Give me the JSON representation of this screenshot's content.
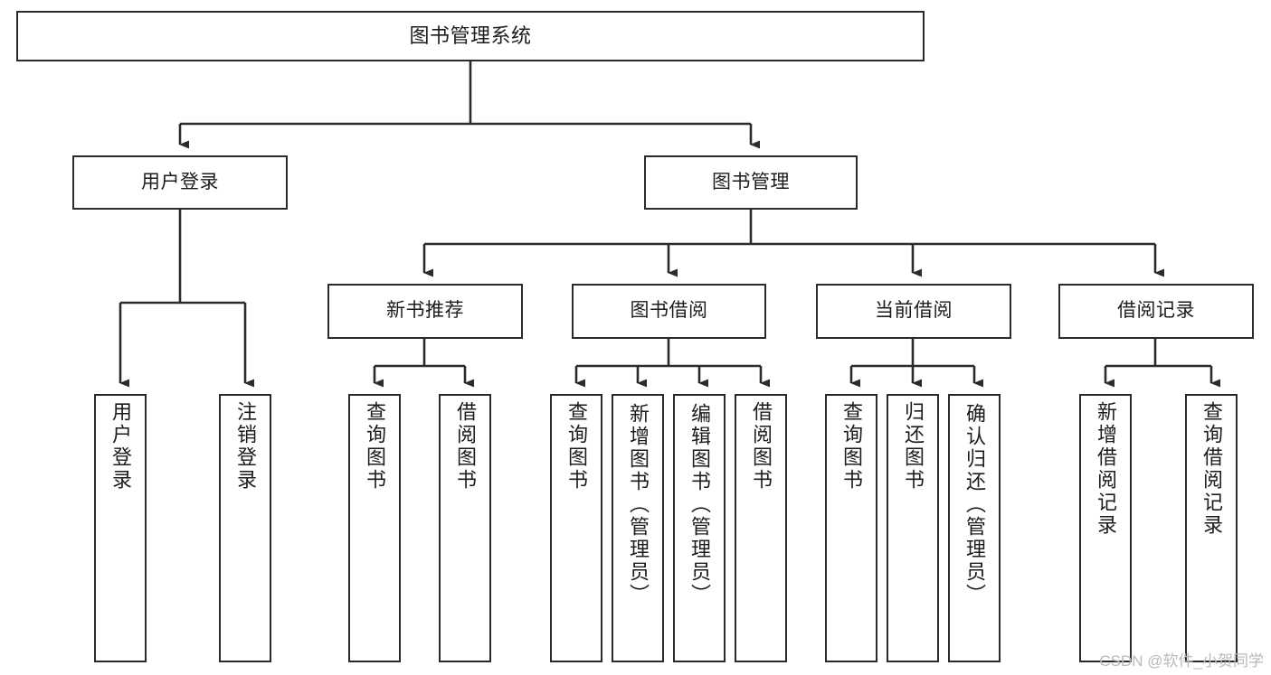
{
  "diagram": {
    "title": "图书管理系统",
    "type": "tree-hierarchy",
    "watermark": "CSDN @软件_小贺同学",
    "colors": {
      "stroke": "#2b2b2b",
      "fill": "#ffffff",
      "text": "#1c1c1c",
      "watermark": "#b9b9b9"
    },
    "nodes": {
      "root": {
        "label": "图书管理系统"
      },
      "level2": [
        {
          "id": "user-login",
          "label": "用户登录"
        },
        {
          "id": "book-manage",
          "label": "图书管理"
        }
      ],
      "level3": [
        {
          "id": "new-book-recommend",
          "label": "新书推荐"
        },
        {
          "id": "book-borrow",
          "label": "图书借阅"
        },
        {
          "id": "current-borrow",
          "label": "当前借阅"
        },
        {
          "id": "borrow-record",
          "label": "借阅记录"
        }
      ],
      "leaves": {
        "user-login": [
          {
            "id": "leaf-user-login",
            "label": "用户登录"
          },
          {
            "id": "leaf-logout-login",
            "label": "注销登录"
          }
        ],
        "new-book-recommend": [
          {
            "id": "leaf-query-book-1",
            "label": "查询图书"
          },
          {
            "id": "leaf-borrow-book-1",
            "label": "借阅图书"
          }
        ],
        "book-borrow": [
          {
            "id": "leaf-query-book-2",
            "label": "查询图书"
          },
          {
            "id": "leaf-add-book",
            "label": "新增图书（管理员）"
          },
          {
            "id": "leaf-edit-book",
            "label": "编辑图书（管理员）"
          },
          {
            "id": "leaf-borrow-book-2",
            "label": "借阅图书"
          }
        ],
        "current-borrow": [
          {
            "id": "leaf-query-book-3",
            "label": "查询图书"
          },
          {
            "id": "leaf-return-book",
            "label": "归还图书"
          },
          {
            "id": "leaf-confirm-return",
            "label": "确认归还（管理员）"
          }
        ],
        "borrow-record": [
          {
            "id": "leaf-add-record",
            "label": "新增借阅记录"
          },
          {
            "id": "leaf-query-record",
            "label": "查询借阅记录"
          }
        ]
      }
    }
  }
}
